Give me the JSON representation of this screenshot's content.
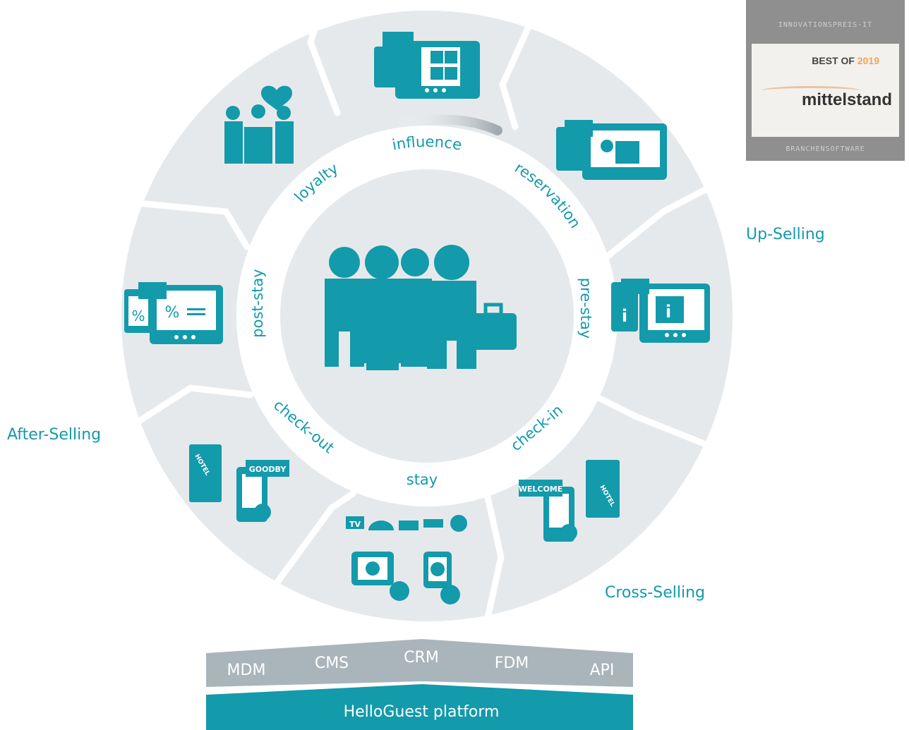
{
  "ring_stages": [
    "influence",
    "reservation",
    "pre-stay",
    "check-in",
    "stay",
    "check-out",
    "post-stay",
    "loyalty"
  ],
  "selling_labels": {
    "up": "Up-Selling",
    "cross": "Cross-Selling",
    "after": "After-Selling"
  },
  "platform": {
    "modules": [
      "MDM",
      "CMS",
      "CRM",
      "FDM",
      "API"
    ],
    "name": "HelloGuest platform"
  },
  "icon_text": {
    "goodbye_sign": "GOODBY",
    "welcome_sign": "WELCOME",
    "hotel_door": "HOTEL",
    "tv": "TV",
    "percent": "%",
    "info": "i"
  },
  "badge": {
    "top": "INNOVATIONSPREIS-IT",
    "best_prefix": "BEST OF",
    "best_suffix": "2019",
    "name": "mittelstand",
    "bottom": "BRANCHENSOFTWARE"
  },
  "colors": {
    "teal": "#139aab",
    "ring": "#e6e9eb",
    "gray_band": "#aab5bb",
    "badge_bg": "#8f8f8f"
  }
}
